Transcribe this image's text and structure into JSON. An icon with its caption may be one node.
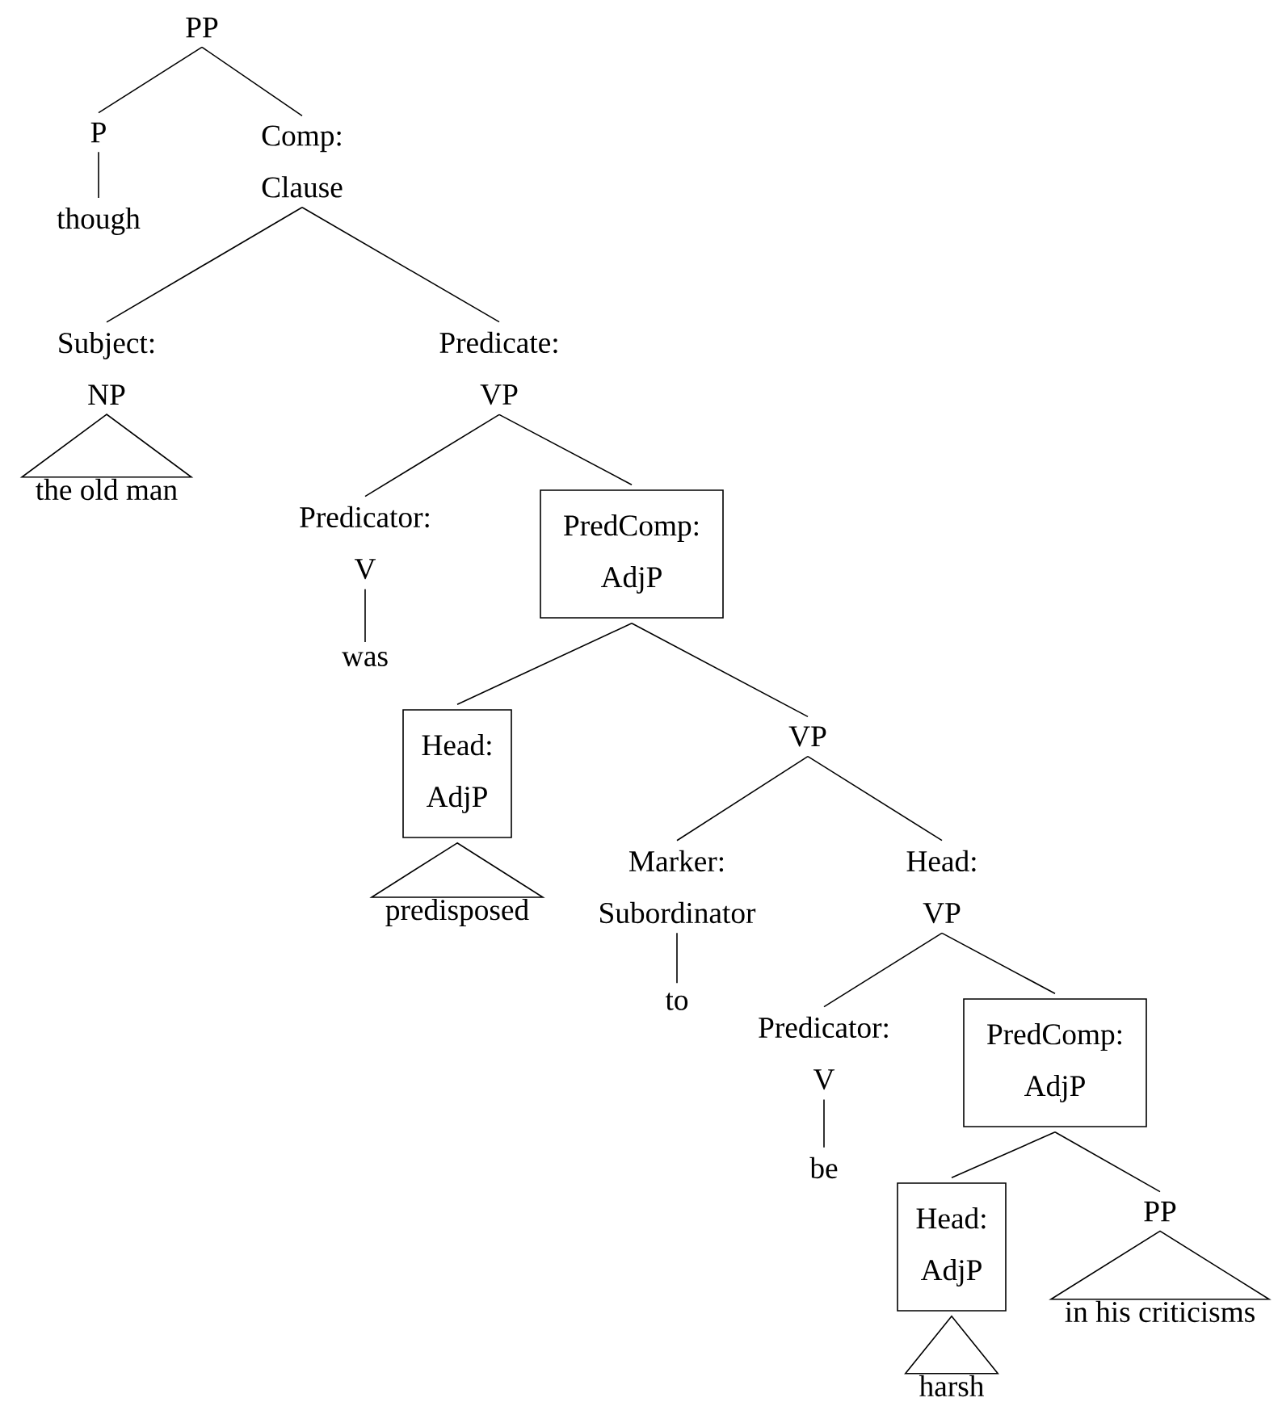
{
  "diagram": {
    "nodes": [
      {
        "text": [
          "PP"
        ]
      },
      {
        "text": [
          "P"
        ]
      },
      {
        "text": [
          "Comp:",
          "Clause"
        ]
      },
      {
        "text": [
          "though"
        ]
      },
      {
        "text": [
          "Subject:",
          "NP"
        ]
      },
      {
        "text": [
          "the old man"
        ]
      },
      {
        "text": [
          "Predicate:",
          "VP"
        ]
      },
      {
        "text": [
          "Predicator:",
          "V"
        ]
      },
      {
        "text": [
          "was"
        ]
      },
      {
        "text": [
          "PredComp:",
          "AdjP"
        ]
      },
      {
        "text": [
          "Head:",
          "AdjP"
        ]
      },
      {
        "text": [
          "predisposed"
        ]
      },
      {
        "text": [
          "VP"
        ]
      },
      {
        "text": [
          "Marker:",
          "Subordinator"
        ]
      },
      {
        "text": [
          "to"
        ]
      },
      {
        "text": [
          "Head:",
          "VP"
        ]
      },
      {
        "text": [
          "Predicator:",
          "V"
        ]
      },
      {
        "text": [
          "be"
        ]
      },
      {
        "text": [
          "PredComp:",
          "AdjP"
        ]
      },
      {
        "text": [
          "Head:",
          "AdjP"
        ]
      },
      {
        "text": [
          "harsh"
        ]
      },
      {
        "text": [
          "PP"
        ]
      },
      {
        "text": [
          "in his criticisms"
        ]
      }
    ],
    "edges": [
      {
        "from": 0,
        "to": 1,
        "arrow": "none"
      },
      {
        "from": 0,
        "to": 2,
        "arrow": "none"
      },
      {
        "from": 1,
        "to": 3,
        "arrow": "none"
      },
      {
        "from": 2,
        "to": 4,
        "arrow": "none"
      },
      {
        "from": 2,
        "to": 6,
        "arrow": "none"
      },
      {
        "from": 4,
        "to": 5,
        "arrow": "none"
      },
      {
        "from": 6,
        "to": 7,
        "arrow": "none"
      },
      {
        "from": 6,
        "to": 9,
        "arrow": "none"
      },
      {
        "from": 7,
        "to": 8,
        "arrow": "none"
      },
      {
        "from": 9,
        "to": 10,
        "arrow": "none"
      },
      {
        "from": 9,
        "to": 12,
        "arrow": "none"
      },
      {
        "from": 10,
        "to": 11,
        "arrow": "none"
      },
      {
        "from": 12,
        "to": 13,
        "arrow": "none"
      },
      {
        "from": 12,
        "to": 15,
        "arrow": "none"
      },
      {
        "from": 13,
        "to": 14,
        "arrow": "none"
      },
      {
        "from": 15,
        "to": 16,
        "arrow": "none"
      },
      {
        "from": 15,
        "to": 18,
        "arrow": "none"
      },
      {
        "from": 16,
        "to": 17,
        "arrow": "none"
      },
      {
        "from": 18,
        "to": 19,
        "arrow": "none"
      },
      {
        "from": 18,
        "to": 21,
        "arrow": "none"
      },
      {
        "from": 19,
        "to": 20,
        "arrow": "none"
      },
      {
        "from": 21,
        "to": 22,
        "arrow": "none"
      }
    ]
  }
}
